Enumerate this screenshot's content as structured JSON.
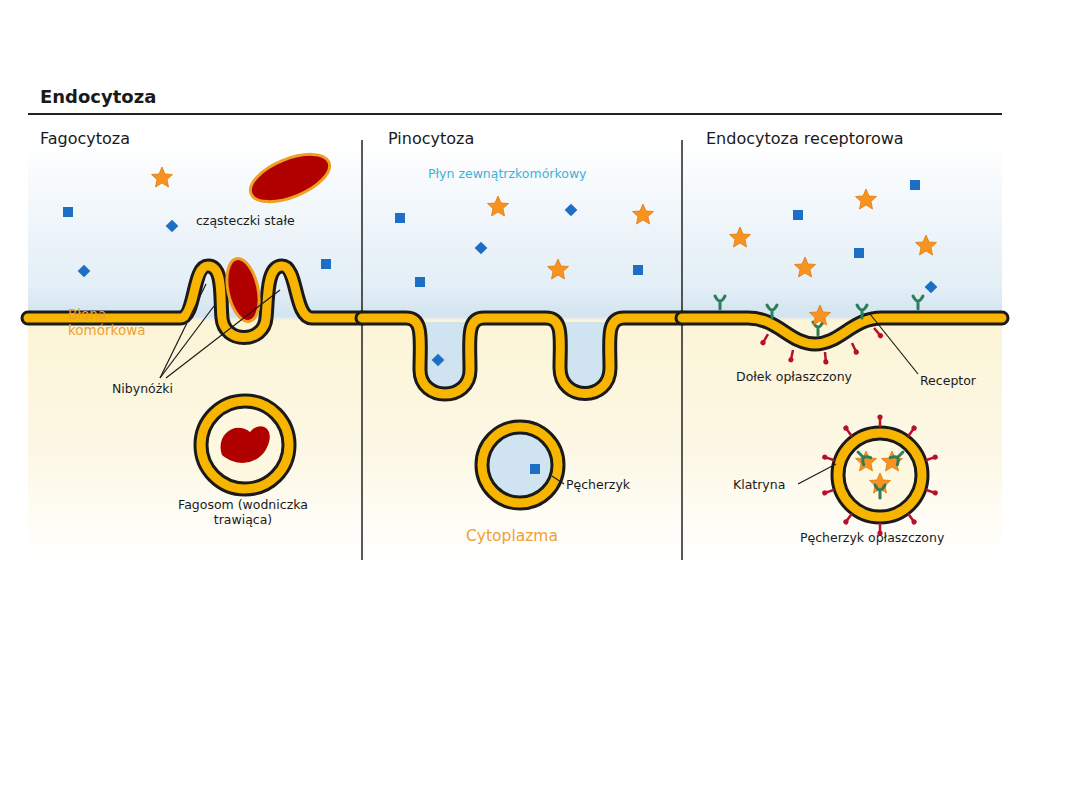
{
  "diagram": {
    "title": "Endocytoza",
    "labels": [
      "Fagocytoza",
      "Pinocytoza",
      "Endocytoza receptorowa",
      "cząsteczki stałe",
      "Płyn zewnątrzkomórkowy",
      "Błona komórkowa",
      "Nibynóżki",
      "Fagosom (wodniczka trawiąca)",
      "Pęcherzyk",
      "Cytoplazma",
      "Dołek opłaszczony",
      "Receptor",
      "Klatryna",
      "Pęcherzyk opłaszczony"
    ]
  }
}
